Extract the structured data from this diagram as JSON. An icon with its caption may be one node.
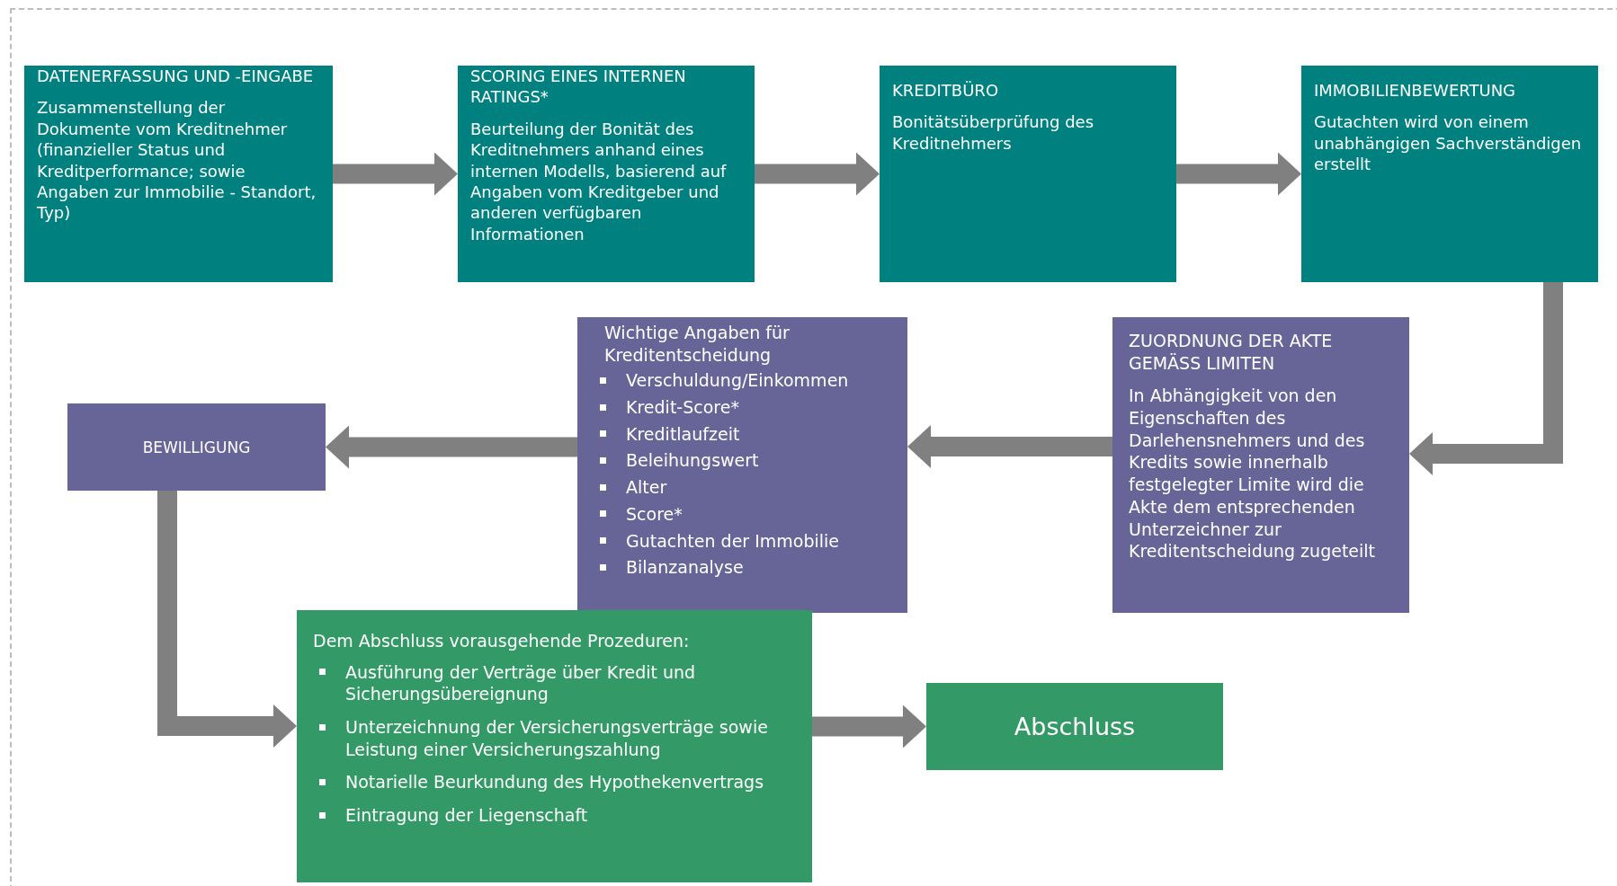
{
  "diagram": {
    "nodes": [
      {
        "text": [
          "DATENERFASSUNG UND -EINGABE",
          "Zusammenstellung der Dokumente vom Kreditnehmer (finanzieller Status und Kreditperformance; sowie Angaben zur Immobilie - Standort, Typ)"
        ]
      },
      {
        "text": [
          "SCORING EINES INTERNEN RATINGS*",
          "Beurteilung der Bonität des Kreditnehmers anhand eines internen Modells, basierend auf Angaben vom Kreditgeber und anderen verfügbaren Informationen"
        ]
      },
      {
        "text": [
          "KREDITBÜRO",
          "Bonitätsüberprüfung des Kreditnehmers"
        ]
      },
      {
        "text": [
          "IMMOBILIENBEWERTUNG",
          "Gutachten wird von einem unabhängigen Sachverständigen erstellt"
        ]
      },
      {
        "text": [
          "ZUORDNUNG DER AKTE GEMÄSS LIMITEN",
          "In Abhängigkeit von den Eigenschaften des Darlehensnehmers und des Kredits sowie innerhalb festgelegter Limite wird die Akte dem entsprechenden Unterzeichner zur Kreditentscheidung zugeteilt"
        ]
      },
      {
        "text": [
          "Wichtige Angaben für Kreditentscheidung",
          "Verschuldung/Einkommen",
          "Kredit-Score*",
          "Kreditlaufzeit",
          "Beleihungswert",
          "Alter",
          "Score*",
          "Gutachten der Immobilie",
          "Bilanzanalyse"
        ]
      },
      {
        "text": [
          "BEWILLIGUNG"
        ]
      },
      {
        "text": [
          "Dem Abschluss vorausgehende Prozeduren:",
          "Ausführung der Verträge über Kredit und Sicherungsübereignung",
          "Unterzeichnung der Versicherungsverträge sowie Leistung einer Versicherungszahlung",
          "Notarielle Beurkundung des Hypothekenvertrags",
          "Eintragung der Liegenschaft"
        ]
      },
      {
        "text": [
          "Abschluss"
        ]
      }
    ],
    "edges": [
      {
        "from": 0,
        "to": 1,
        "arrow": "to"
      },
      {
        "from": 1,
        "to": 2,
        "arrow": "to"
      },
      {
        "from": 2,
        "to": 3,
        "arrow": "to"
      },
      {
        "from": 3,
        "to": 4,
        "arrow": "to"
      },
      {
        "from": 4,
        "to": 5,
        "arrow": "to"
      },
      {
        "from": 5,
        "to": 6,
        "arrow": "to"
      },
      {
        "from": 6,
        "to": 7,
        "arrow": "to"
      },
      {
        "from": 7,
        "to": 8,
        "arrow": "to"
      }
    ]
  }
}
